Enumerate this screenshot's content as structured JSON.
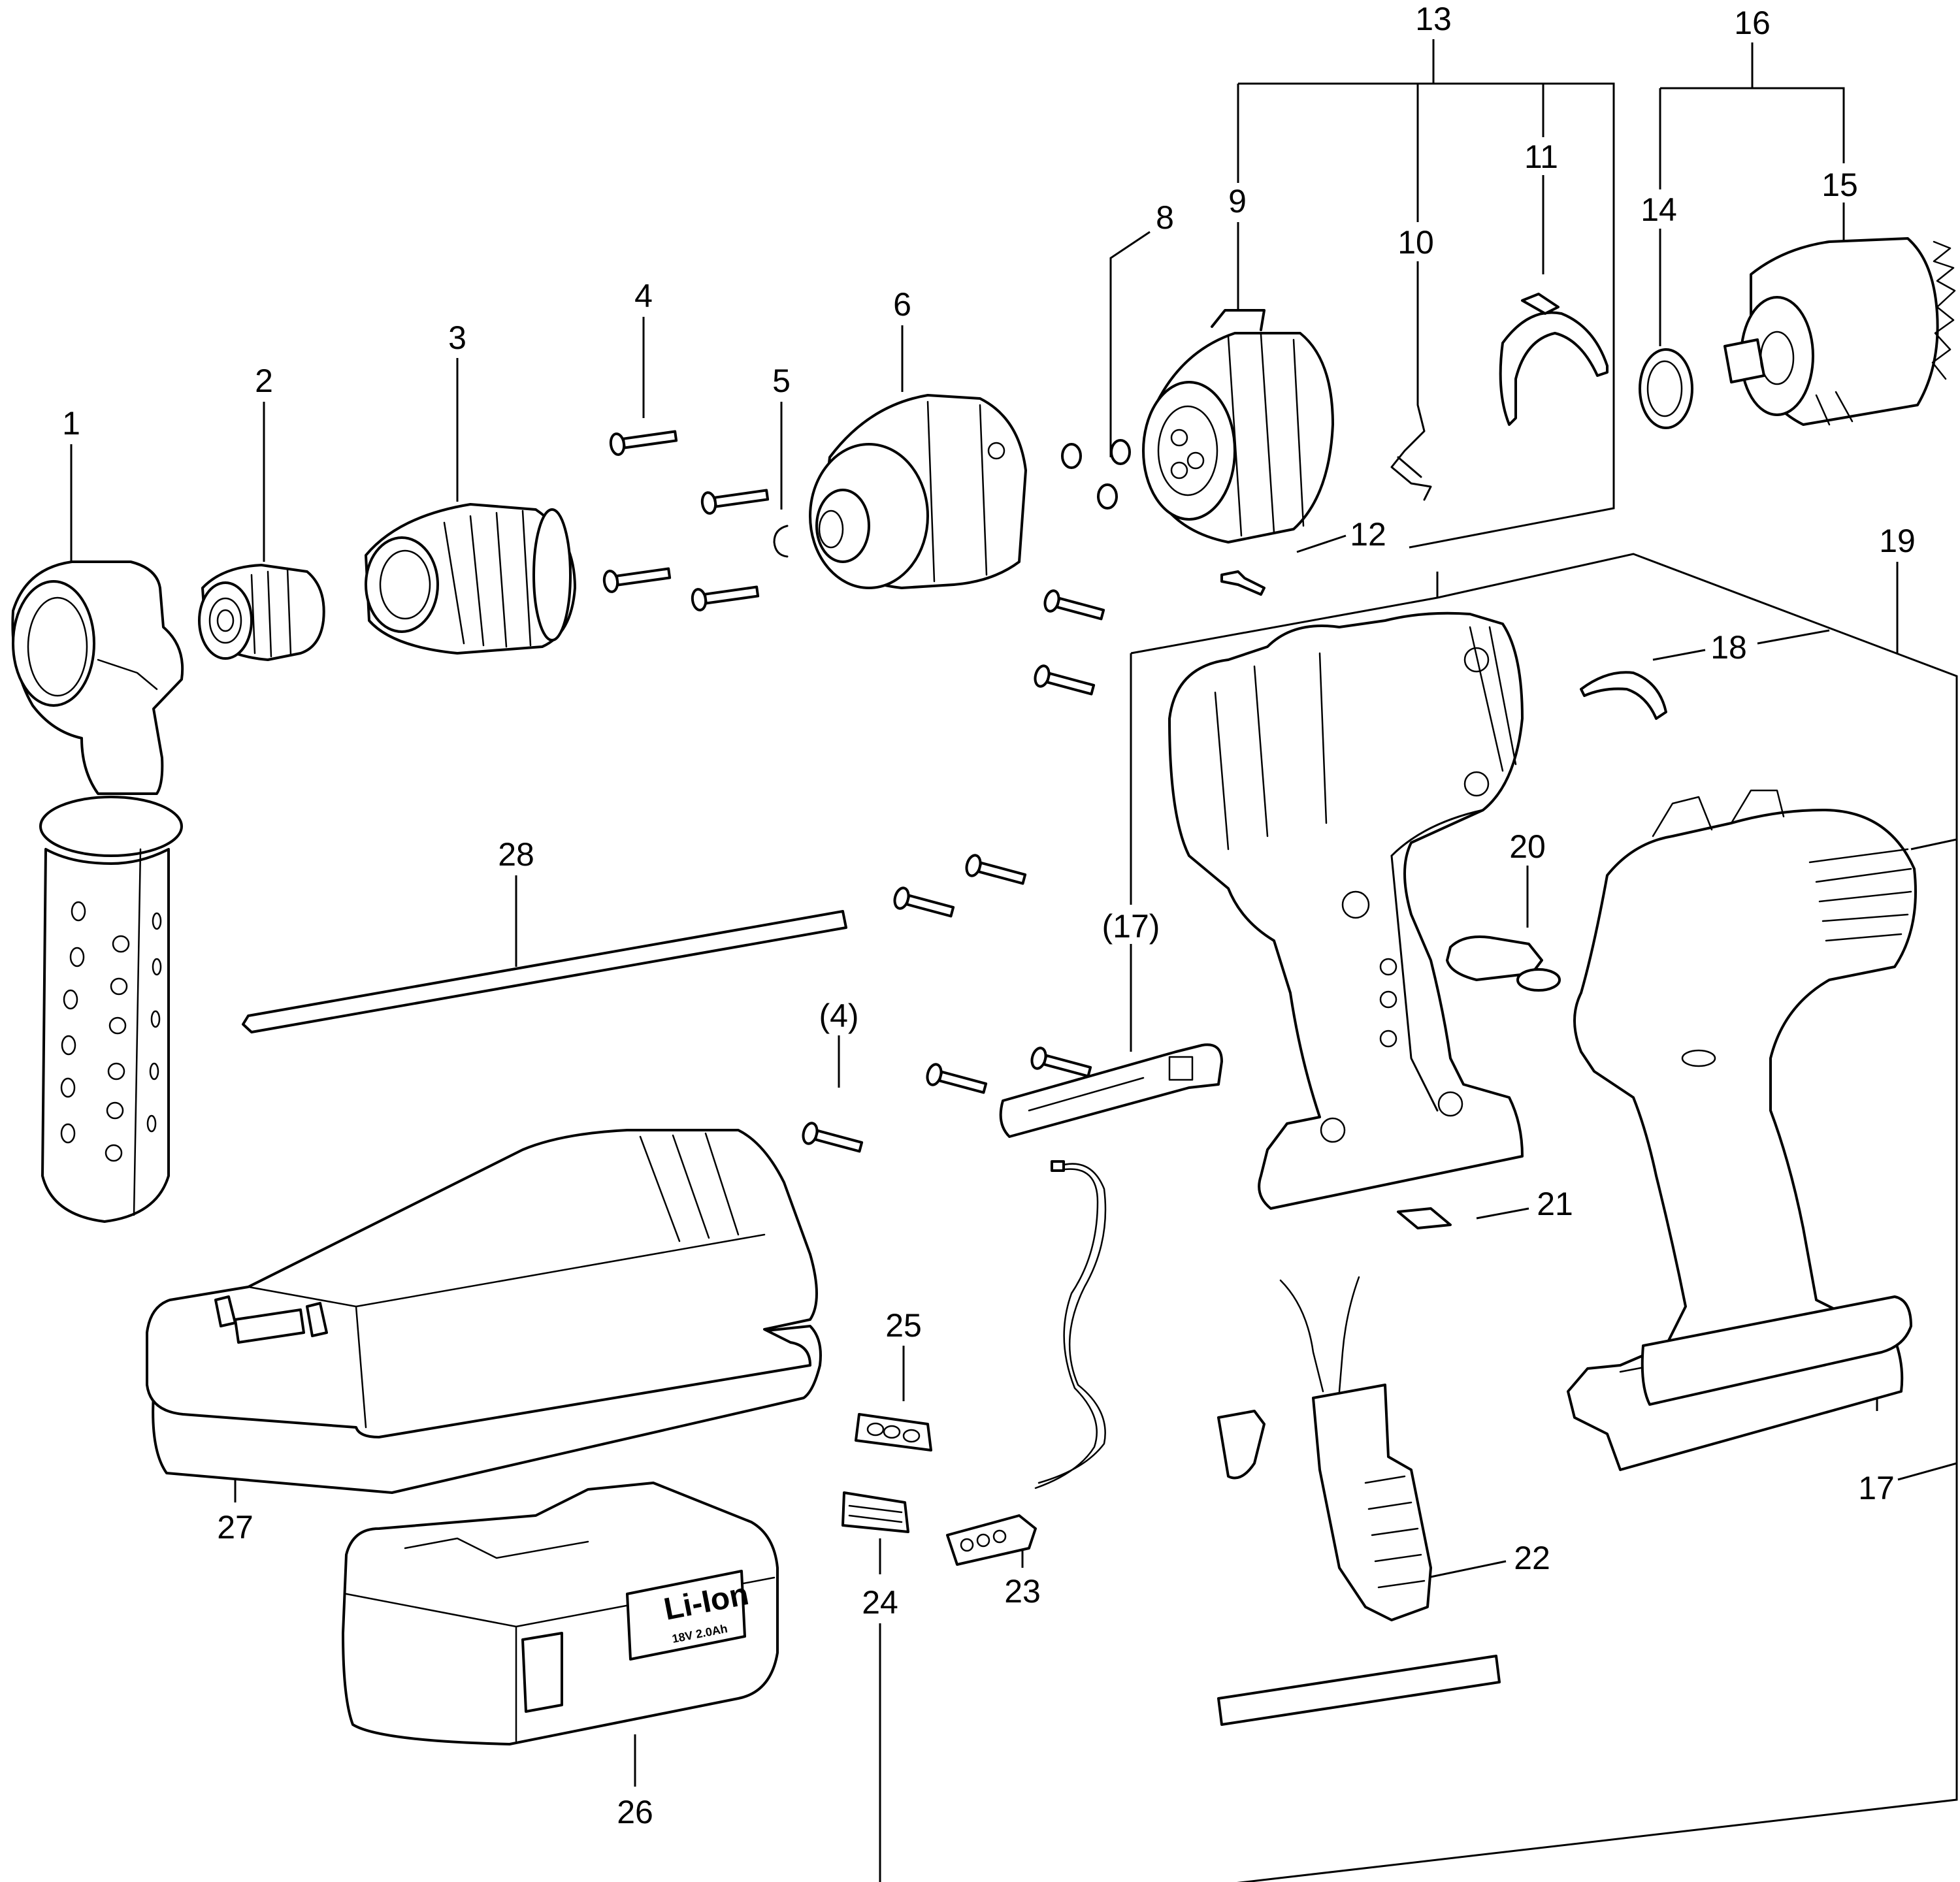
{
  "diagram": {
    "title": "Cordless drill exploded parts diagram",
    "background_color": "#ffffff",
    "line_color": "#000000"
  },
  "callouts": [
    {
      "id": "1",
      "label": "1",
      "part": "side-handle"
    },
    {
      "id": "2",
      "label": "2",
      "part": "drill-chuck-adapter"
    },
    {
      "id": "3",
      "label": "3",
      "part": "keyless-chuck"
    },
    {
      "id": "4",
      "label": "4",
      "part": "screw"
    },
    {
      "id": "4b",
      "label": "(4)",
      "part": "screw-reference"
    },
    {
      "id": "5",
      "label": "5",
      "part": "retaining-ring"
    },
    {
      "id": "6",
      "label": "6",
      "part": "gearbox-front"
    },
    {
      "id": "8",
      "label": "8",
      "part": "pins"
    },
    {
      "id": "9",
      "label": "9",
      "part": "gearbox"
    },
    {
      "id": "10",
      "label": "10",
      "part": "selector-spring"
    },
    {
      "id": "11",
      "label": "11",
      "part": "gear-selector-clip"
    },
    {
      "id": "12",
      "label": "12",
      "part": "spring-clip"
    },
    {
      "id": "13",
      "label": "13",
      "part": "gearbox-assembly-group"
    },
    {
      "id": "14",
      "label": "14",
      "part": "motor-seal-ring"
    },
    {
      "id": "15",
      "label": "15",
      "part": "motor"
    },
    {
      "id": "16",
      "label": "16",
      "part": "motor-assembly-group"
    },
    {
      "id": "17",
      "label": "17",
      "part": "housing-cover-strip"
    },
    {
      "id": "17b",
      "label": "(17)",
      "part": "clip-reference"
    },
    {
      "id": "18",
      "label": "18",
      "part": "scale-label"
    },
    {
      "id": "19",
      "label": "19",
      "part": "housing-group"
    },
    {
      "id": "20",
      "label": "20",
      "part": "direction-switch"
    },
    {
      "id": "21",
      "label": "21",
      "part": "pad"
    },
    {
      "id": "22",
      "label": "22",
      "part": "trigger-switch"
    },
    {
      "id": "23",
      "label": "23",
      "part": "led-board-cable"
    },
    {
      "id": "24",
      "label": "24",
      "part": "led-cover"
    },
    {
      "id": "25",
      "label": "25",
      "part": "led-lens"
    },
    {
      "id": "26",
      "label": "26",
      "part": "battery-pack"
    },
    {
      "id": "27",
      "label": "27",
      "part": "charger"
    },
    {
      "id": "28",
      "label": "28",
      "part": "depth-stop-rod"
    }
  ],
  "battery": {
    "brand_text": "Li-Ion",
    "small_print": "18V 2.0Ah"
  },
  "callout_index": {
    "c1": "1",
    "c2": "2",
    "c3": "3",
    "c4": "4",
    "c4b": "(4)",
    "c5": "5",
    "c6": "6",
    "c8": "8",
    "c9": "9",
    "c10": "10",
    "c11": "11",
    "c12": "12",
    "c13": "13",
    "c14": "14",
    "c15": "15",
    "c16": "16",
    "c17": "17",
    "c17b": "(17)",
    "c18": "18",
    "c19": "19",
    "c20": "20",
    "c21": "21",
    "c22": "22",
    "c23": "23",
    "c24": "24",
    "c25": "25",
    "c26": "26",
    "c27": "27",
    "c28": "28"
  }
}
